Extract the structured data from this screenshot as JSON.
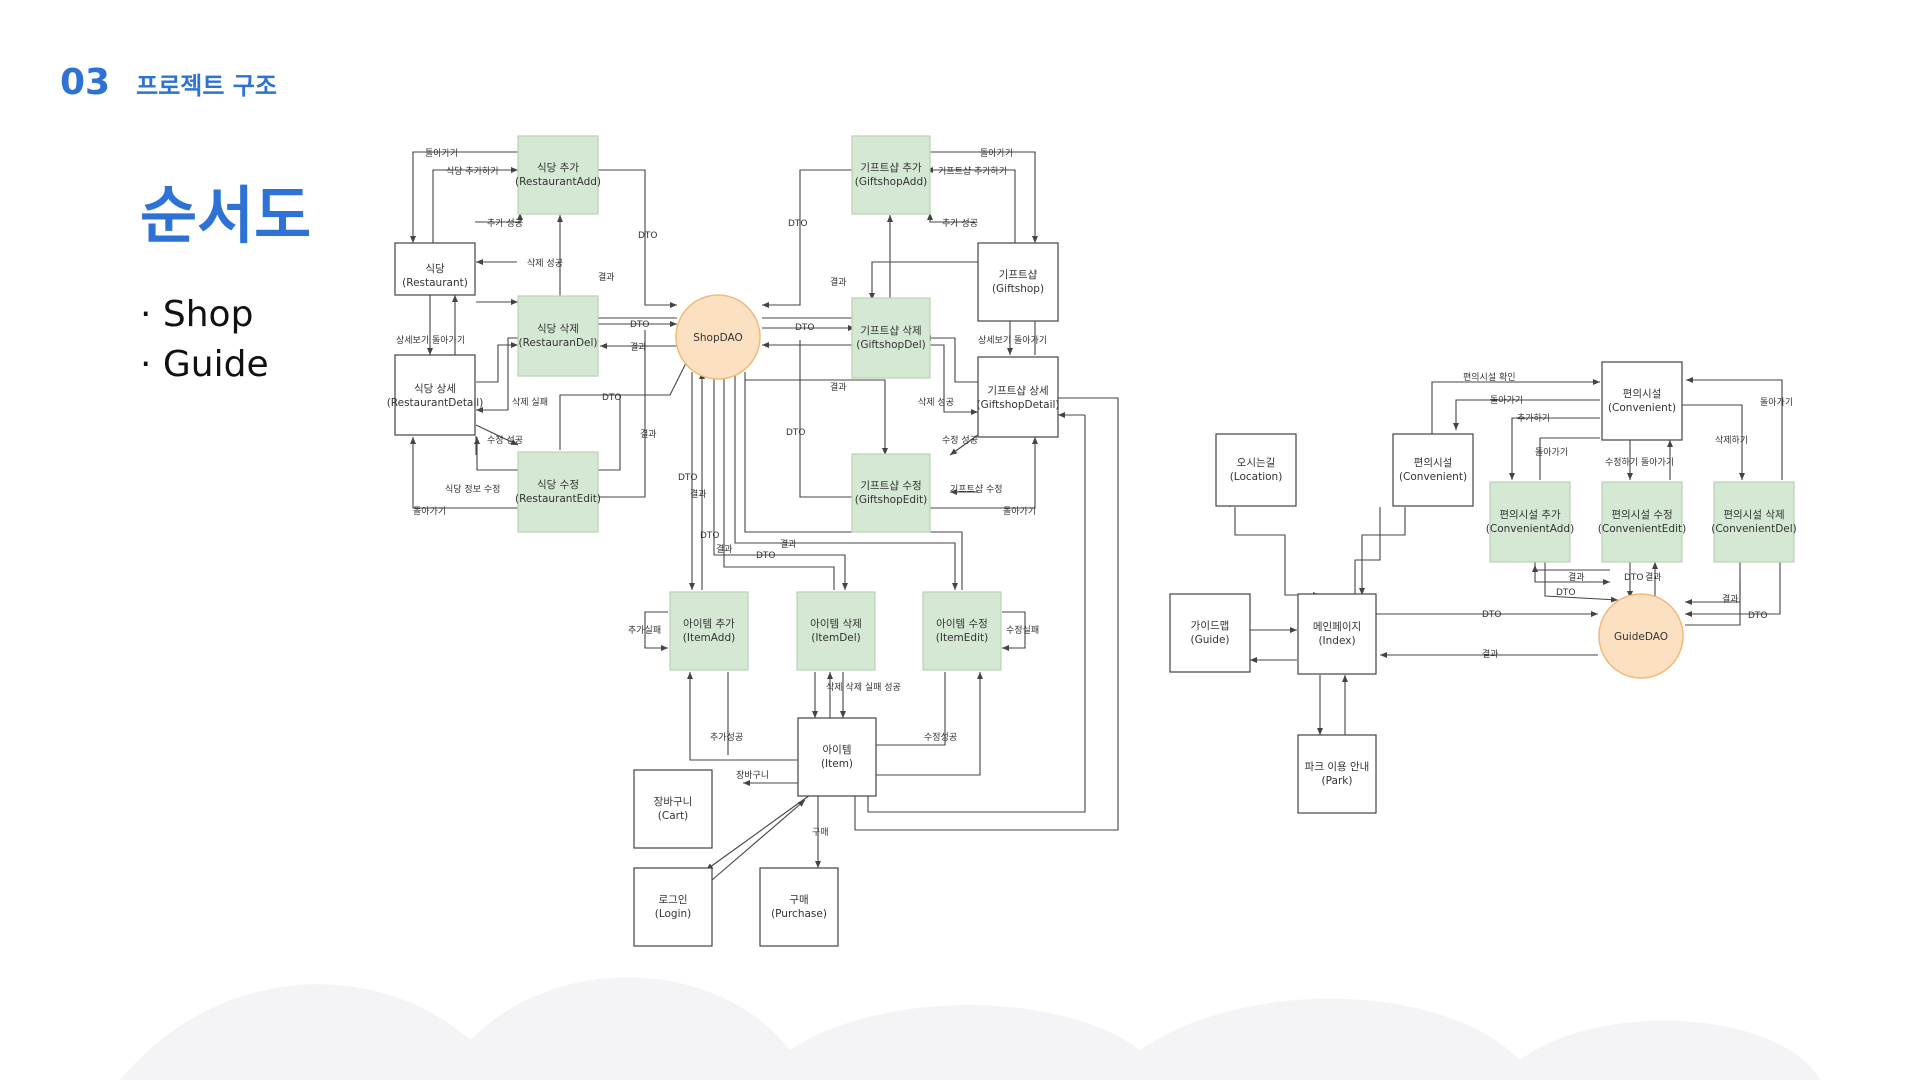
{
  "header": {
    "section_number": "03",
    "section_title": "프로젝트 구조"
  },
  "title": "순서도",
  "bullets": [
    "· Shop",
    "· Guide"
  ],
  "colors": {
    "accent": "#2f72d6",
    "green_fill": "#d5e8d4",
    "dao_fill": "#fce0c2"
  },
  "shop": {
    "nodes": {
      "restaurant": {
        "l1": "식당",
        "l2": "(Restaurant)"
      },
      "restaurant_add": {
        "l1": "식당 추가",
        "l2": "(RestaurantAdd)"
      },
      "restaurant_del": {
        "l1": "식당 삭제",
        "l2": "(RestauranDel)"
      },
      "restaurant_detail": {
        "l1": "식당 상세",
        "l2": "(RestaurantDetail)"
      },
      "restaurant_edit": {
        "l1": "식당 수정",
        "l2": "(RestaurantEdit)"
      },
      "shopdao": {
        "l1": "ShopDAO"
      },
      "giftshop_add": {
        "l1": "기프트샵 추가",
        "l2": "(GiftshopAdd)"
      },
      "giftshop": {
        "l1": "기프트샵",
        "l2": "(Giftshop)"
      },
      "giftshop_del": {
        "l1": "기프트샵 삭제",
        "l2": "(GiftshopDel)"
      },
      "giftshop_detail": {
        "l1": "기프트샵 상세",
        "l2": "(GiftshopDetail)"
      },
      "giftshop_edit": {
        "l1": "기프트샵 수정",
        "l2": "(GiftshopEdit)"
      },
      "item_add": {
        "l1": "아이템 추가",
        "l2": "(ItemAdd)"
      },
      "item_del": {
        "l1": "아이템 삭제",
        "l2": "(ItemDel)"
      },
      "item_edit": {
        "l1": "아이템 수정",
        "l2": "(ItemEdit)"
      },
      "item": {
        "l1": "아이템",
        "l2": "(Item)"
      },
      "cart": {
        "l1": "장바구니",
        "l2": "(Cart)"
      },
      "login": {
        "l1": "로그인",
        "l2": "(Login)"
      },
      "purchase": {
        "l1": "구매",
        "l2": "(Purchase)"
      }
    },
    "labels": {
      "back": "돌아가기",
      "restaurant_add_go": "식당 추가하기",
      "add_success": "추가 성공",
      "delete_success": "삭제 성공",
      "dto": "DTO",
      "result": "결과",
      "detail_back": "상세보기 돌아가기",
      "delete_fail": "삭제 실패",
      "edit_success": "수정 성공",
      "restaurant_edit_go": "식당 정보 수정",
      "giftshop_add_go": "기프트샵 추가하기",
      "giftshop_edit_go": "기프트샵 수정",
      "add_fail": "추가실패",
      "edit_fail": "수정실패",
      "item_add_success": "추가성공",
      "item_edit_success": "수정성공",
      "item_del_result": "삭제 삭제 실패 성공",
      "cart": "장바구니",
      "purchase": "구매"
    }
  },
  "guide": {
    "nodes": {
      "location": {
        "l1": "오시는길",
        "l2": "(Location)"
      },
      "convenient_list": {
        "l1": "편의시설",
        "l2": "(Convenient)"
      },
      "convenient_top": {
        "l1": "편의시설",
        "l2": "(Convenient)"
      },
      "convenient_add": {
        "l1": "편의시설 추가",
        "l2": "(ConvenientAdd)"
      },
      "convenient_edit": {
        "l1": "편의시설 수정",
        "l2": "(ConvenientEdit)"
      },
      "convenient_del": {
        "l1": "편의시설 삭제",
        "l2": "(ConvenientDel)"
      },
      "guide_map": {
        "l1": "가이드맵",
        "l2": "(Guide)"
      },
      "index": {
        "l1": "메인페이지",
        "l2": "(Index)"
      },
      "guidedao": {
        "l1": "GuideDAO"
      },
      "park": {
        "l1": "파크 이용 안내",
        "l2": "(Park)"
      }
    },
    "labels": {
      "convenient_check": "편의시설 확인",
      "back": "돌아가기",
      "add_go": "추가하기",
      "edit_back": "수정하기 돌아가기",
      "delete_go": "삭제하기",
      "result": "결과",
      "dto": "DTO"
    }
  }
}
